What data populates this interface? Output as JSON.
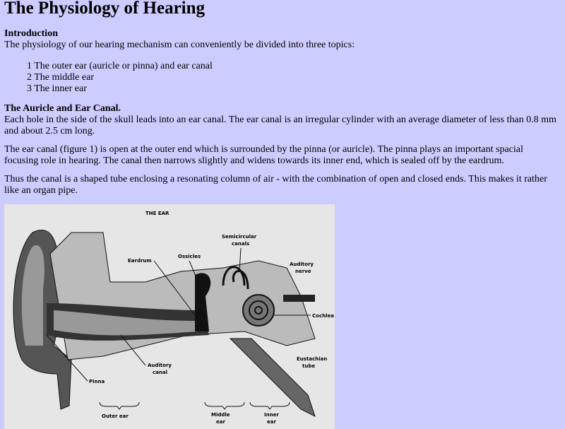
{
  "title": "The Physiology of Hearing",
  "intro": {
    "heading": "Introduction",
    "text": "The physiology of our hearing mechanism can conveniently be divided into three topics:",
    "topics": [
      "1 The outer ear (auricle or pinna) and ear canal",
      "2 The middle ear",
      "3 The inner ear"
    ]
  },
  "auricle": {
    "heading": "The Auricle and Ear Canal.",
    "p1": "Each hole in the side of the skull leads into an ear canal. The ear canal is an irregular cylinder with an average diameter of less than 0.8 mm and about 2.5 cm long.",
    "p2": "The ear canal (figure 1) is open at the outer end which is surrounded by the pinna (or auricle). The pinna plays an important spacial focusing role in hearing. The canal then narrows slightly and widens towards its inner end, which is sealed off by the eardrum.",
    "p3": "Thus the canal is a shaped tube enclosing a resonating column of air - with the combination of open and closed ends. This makes it rather like an organ pipe."
  },
  "figure": {
    "title": "THE EAR",
    "labels": {
      "semicircular": "Semicircular",
      "canals": "canals",
      "eardrum": "Eardrum",
      "ossicles": "Ossicles",
      "auditory": "Auditory",
      "nerve": "nerve",
      "cochlea": "Cochlea",
      "eustachian": "Eustachian",
      "tube": "tube",
      "auditory2": "Auditory",
      "canal": "canal",
      "pinna": "Pinna",
      "outer": "Outer ear",
      "middle1": "Middle",
      "middle2": "ear",
      "inner1": "Inner",
      "inner2": "ear"
    }
  }
}
